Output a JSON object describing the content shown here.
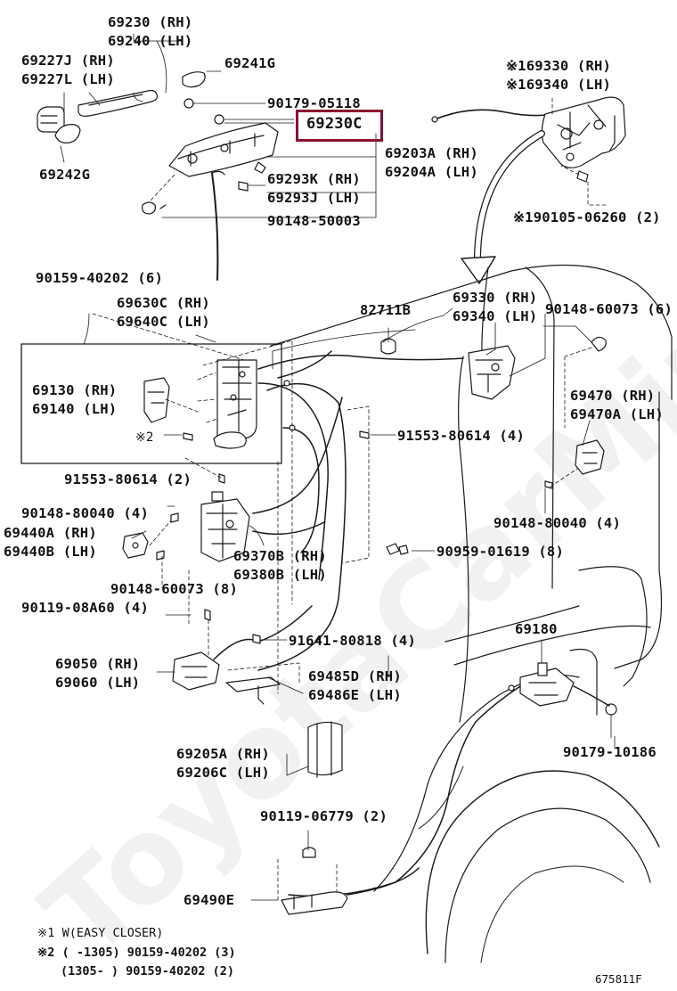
{
  "highlight_color": "#8b1030",
  "watermark": "ToyotaCarMine.ru",
  "diagram_id": "675811F",
  "labels": {
    "p69230_rh": "69230 (RH)",
    "p69240_lh": "69240 (LH)",
    "p69227j_rh": "69227J (RH)",
    "p69227l_lh": "69227L (LH)",
    "p69241g": "69241G",
    "p90179_05118": "90179-05118",
    "p69230c": "69230C",
    "p69203a_rh": "69203A (RH)",
    "p69204a_lh": "69204A (LH)",
    "p69242g": "69242G",
    "p69293k_rh": "69293K (RH)",
    "p69293j_lh": "69293J (LH)",
    "p90148_50003": "90148-50003",
    "p169330_rh": "※169330 (RH)",
    "p169340_lh": "※169340 (LH)",
    "p190105_06260": "※190105-06260 (2)",
    "p90159_40202_6": "90159-40202 (6)",
    "p69630c_rh": "69630C (RH)",
    "p69640c_lh": "69640C (LH)",
    "p82711b": "82711B",
    "p69330_rh": "69330 (RH)",
    "p69340_lh": "69340 (LH)",
    "p90148_60073_6": "90148-60073 (6)",
    "p69130_rh": "69130 (RH)",
    "p69140_lh": "69140 (LH)",
    "p_note2": "※2",
    "p91553_80614_4": "91553-80614 (4)",
    "p69470_rh": "69470 (RH)",
    "p69470a_lh": "69470A (LH)",
    "p91553_80614_2": "91553-80614 (2)",
    "p90148_80040_4a": "90148-80040 (4)",
    "p69440a_rh": "69440A (RH)",
    "p69440b_lh": "69440B (LH)",
    "p90148_80040_4b": "90148-80040 (4)",
    "p69370b_rh": "69370B (RH)",
    "p69380b_lh": "69380B (LH)",
    "p90959_01619": "90959-01619 (8)",
    "p90148_60073_8": "90148-60073 (8)",
    "p90119_08a60": "90119-08A60 (4)",
    "p69180": "69180",
    "p91641_80818": "91641-80818 (4)",
    "p69050_rh": "69050 (RH)",
    "p69060_lh": "69060 (LH)",
    "p69485d_rh": "69485D (RH)",
    "p69486e_lh": "69486E (LH)",
    "p90179_10186": "90179-10186",
    "p69205a_rh": "69205A (RH)",
    "p69206c_lh": "69206C (LH)",
    "p90119_06779": "90119-06779 (2)",
    "p69490e": "69490E"
  },
  "footnotes": {
    "note1": "※1 W(EASY  CLOSER)",
    "note2_a": "※2  (      -1305) 90159-40202 (3)",
    "note2_b": "(1305-      ) 90159-40202 (2)"
  }
}
